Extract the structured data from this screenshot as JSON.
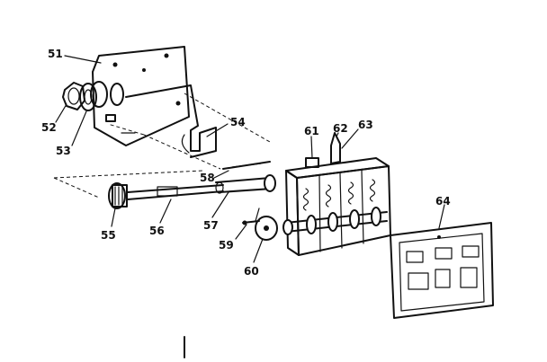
{
  "figure": {
    "background": "#ffffff",
    "ink": "#111111"
  },
  "callouts": {
    "p51": "51",
    "p52": "52",
    "p53": "53",
    "p54": "54",
    "p55": "55",
    "p56": "56",
    "p57": "57",
    "p58": "58",
    "p59": "59",
    "p60": "60",
    "p61": "61",
    "p62": "62",
    "p63": "63",
    "p64": "64"
  }
}
